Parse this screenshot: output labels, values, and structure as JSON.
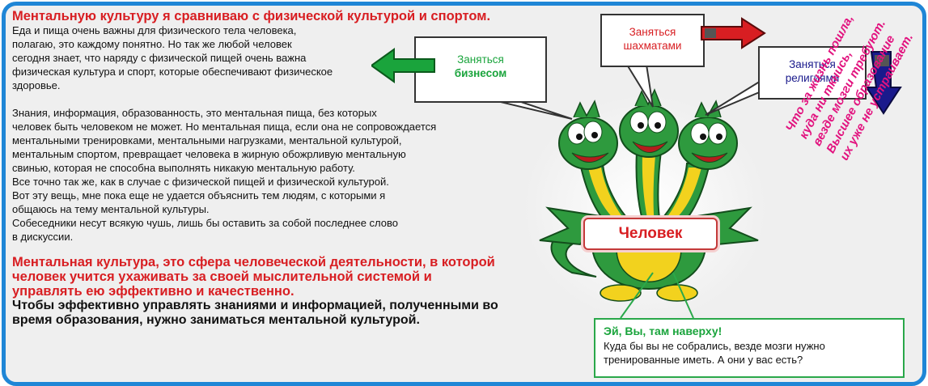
{
  "left": {
    "heading1": "Ментальную культуру я сравниваю с физической культурой и спортом.",
    "para1": [
      "Еда и пища очень важны для физического тела человека,",
      "полагаю, это каждому понятно. Но так же любой человек",
      "сегодня знает, что наряду с физической пищей очень важна",
      "физическая культура и спорт, которые обеспечивают физическое",
      "здоровье."
    ],
    "para2": [
      "Знания, информация, образованность, это ментальная пища, без которых",
      "человек быть человеком не может. Но ментальная пища, если она не сопровождается",
      "ментальными тренировками, ментальными нагрузками, ментальной культурой,",
      "ментальным спортом, превращает человека в жирную обожрливую ментальную",
      "свинью, которая не способна выполнять никакую ментальную работу.",
      "Все точно так же, как в случае с физической пищей и физической культурой.",
      "Вот эту вещь, мне пока еще не удается объяснить тем людям, с которыми я",
      "общаюсь на тему ментальной культуры.",
      "Собеседники несут всякую чушь, лишь бы оставить за собой последнее слово",
      "в дискуссии."
    ],
    "heading2": [
      "Ментальная культура, это сфера человеческой деятельности, в которой",
      "человек учится ухаживать за своей мыслительной системой и",
      "управлять ею эффективно и качественно."
    ],
    "heading3": [
      "Чтобы эффективно управлять знаниями и информацией, полученными во",
      "время образования, нужно заниматься ментальной культурой."
    ]
  },
  "callouts": {
    "business": {
      "line1": "Заняться",
      "line2": "бизнесом"
    },
    "chess": {
      "line1": "Заняться",
      "line2": "шахматами"
    },
    "religion": {
      "line1": "Заняться",
      "line2": "религиями"
    }
  },
  "person_label": "Человек",
  "diagonal_text": [
    "Что за жизнь пошла,",
    "куда ни ткнись,",
    "везде мозги требуют.",
    "Высшее образование",
    "их уже не устраивает."
  ],
  "bottom_box": {
    "title": "Эй, Вы, там наверху!",
    "line1": "Куда бы вы не собрались, везде мозги нужно",
    "line2": "тренированные иметь. А они у вас есть?"
  },
  "colors": {
    "frame": "#1f86d6",
    "heading_red": "#d81e22",
    "green": "#1aa43c",
    "magenta": "#e2137f",
    "navy": "#1a1a8c"
  }
}
